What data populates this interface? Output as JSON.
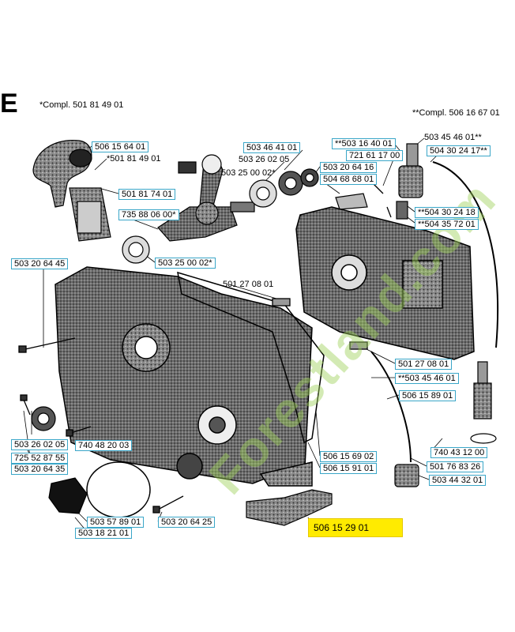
{
  "section_letter": "E",
  "compl_left": "*Compl. 501 81 49 01",
  "compl_right": "**Compl. 506 16 67 01",
  "watermark": "Forestland.com",
  "parts": {
    "p1": "506 15 64 01",
    "p2": "*501 81 49 01",
    "p3": "501 81 74 01",
    "p4": "735 88 06 00*",
    "p5": "503 46 41 01",
    "p6": "503 26 02 05",
    "p7": "503 25 00 02*",
    "p8": "503 20 64 16",
    "p9": "504 68 68 01",
    "p10": "**503 16 40 01",
    "p11": "721 61 17 00",
    "p12": "503 45 46 01**",
    "p13": "504 30 24 17**",
    "p14": "**504 30 24 18",
    "p15": "**504 35 72 01",
    "p16": "503 20 64 45",
    "p17": "503 25 00 02*",
    "p18": "501 27 08 01",
    "p19": "501 27 08 01",
    "p20": "**503 45 46 01",
    "p21": "506 15 89 01",
    "p22": "503 26 02 05",
    "p23": "740 48 20 03",
    "p24": "725 52 87 55",
    "p25": "503 20 64 35",
    "p26": "740 43 12 00",
    "p27": "501 76 83 26",
    "p28": "503 44 32 01",
    "p29": "506 15 69 02",
    "p30": "506 15 91 01",
    "p31": "503 57 89 01",
    "p32": "503 20 64 25",
    "p33": "503 18 21 01",
    "p34": "506 15 29 01"
  },
  "colors": {
    "label_border": "#3aa6c8",
    "highlight": "#ffeb00",
    "watermark": "#9fd25a"
  }
}
